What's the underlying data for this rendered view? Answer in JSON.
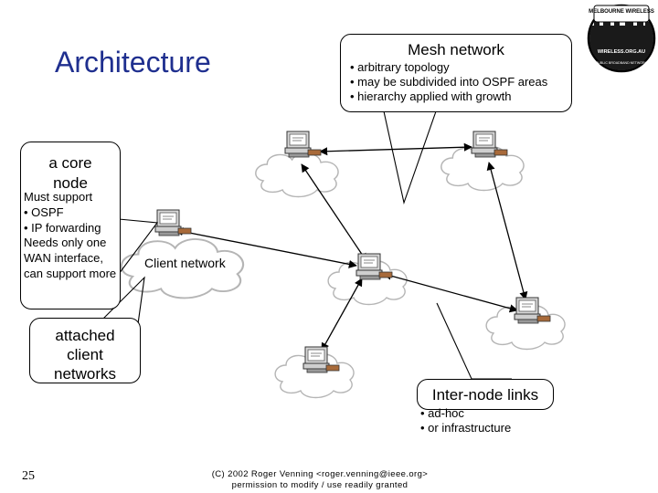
{
  "slide": {
    "title": "Architecture",
    "page_number": "25",
    "copyright": [
      "(C) 2002 Roger Venning <roger.venning@ieee.org>",
      "permission to modify / use readily granted"
    ]
  },
  "mesh": {
    "title": "Mesh network",
    "bullets": [
      "• arbitrary topology",
      "• may be subdivided into OSPF areas",
      "• hierarchy applied with growth"
    ]
  },
  "core": {
    "title": "a core node",
    "text": [
      "Must support",
      "• OSPF",
      "• IP forwarding",
      "Needs only one WAN interface, can support more"
    ]
  },
  "attached": {
    "title": "attached client networks"
  },
  "client": {
    "label": "Client network"
  },
  "inter": {
    "title": "Inter-node links",
    "bullets": [
      "• ad-hoc",
      "• or infrastructure"
    ]
  },
  "logo": {
    "lines": [
      "MELBOURNE WIRELESS",
      "WIRELESS.ORG.AU",
      "PUBLIC BROADBAND NETWORK"
    ]
  }
}
